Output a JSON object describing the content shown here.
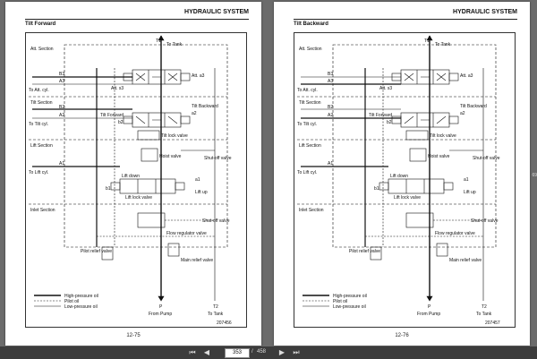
{
  "pages": [
    {
      "header": "HYDRAULIC SYSTEM",
      "figure_title": "Tilt Forward",
      "figure_no": "207456",
      "page_number": "12-75",
      "labels": {
        "t1": "T1",
        "to_tank_top": "To Tank",
        "att_section": "Att. Section",
        "b3": "B3",
        "a3": "A3",
        "to_att_cyl": "To Att. cyl.",
        "att_s3": "Att. s3",
        "att_a3": "Att. a3",
        "tilt_section": "Tilt Section",
        "b2": "B2",
        "a2": "A2",
        "to_tilt_cyl": "To Tilt cyl.",
        "tilt_dir": "Tilt Forward",
        "tilt_b2": "b2",
        "tilt_a2": "a2",
        "tilt_side": "Tilt Backward",
        "tilt_lock": "Tilt lock valve",
        "lift_section": "Lift Section",
        "hoist_valve": "Hoist valve",
        "shutoff1": "Shut-off valve",
        "a1": "A1",
        "to_lift_cyl": "To Lift cyl.",
        "lift_down": "Lift down",
        "b1": "b1",
        "lift_lock": "Lift lock valve",
        "a1s": "a1",
        "lift_up": "Lift up",
        "inlet_section": "Inlet Section",
        "shutoff2": "Shut-off valve",
        "flow_reg": "Flow regulator valve",
        "pilot_relief": "Pilot relief valve",
        "main_relief": "Main relief valve",
        "legend_hp": "High-pressure oil",
        "legend_pilot": "Pilot oil",
        "legend_lp": "Low-pressure oil",
        "p": "P",
        "from_pump": "From Pump",
        "t2": "T2",
        "to_tank_bottom": "To Tank"
      }
    },
    {
      "header": "HYDRAULIC SYSTEM",
      "figure_title": "Tilt Backward",
      "figure_no": "207457",
      "page_number": "12-76",
      "labels": {
        "t1": "T1",
        "to_tank_top": "To Tank",
        "att_section": "Att. Section",
        "b3": "B3",
        "a3": "A3",
        "to_att_cyl": "To Att. cyl.",
        "att_s3": "Att. s3",
        "att_a3": "Att. a3",
        "tilt_section": "Tilt Section",
        "b2": "B2",
        "a2": "A2",
        "to_tilt_cyl": "To Tilt cyl.",
        "tilt_dir": "Tilt Forward",
        "tilt_b2": "b2",
        "tilt_a2": "a2",
        "tilt_side": "Tilt Backward",
        "tilt_lock": "Tilt lock valve",
        "lift_section": "Lift Section",
        "hoist_valve": "Hoist valve",
        "shutoff1": "Shut-off valve",
        "a1": "A1",
        "to_lift_cyl": "To Lift cyl.",
        "lift_down": "Lift down",
        "b1": "b1",
        "lift_lock": "Lift lock valve",
        "a1s": "a1",
        "lift_up": "Lift up",
        "inlet_section": "Inlet Section",
        "shutoff2": "Shut-off valve",
        "flow_reg": "Flow regulator valve",
        "pilot_relief": "Pilot relief valve",
        "main_relief": "Main relief valve",
        "legend_hp": "High-pressure oil",
        "legend_pilot": "Pilot oil",
        "legend_lp": "Low-pressure oil",
        "p": "P",
        "from_pump": "From Pump",
        "t2": "T2",
        "to_tank_bottom": "To Tank"
      }
    }
  ],
  "toolbar": {
    "current_page": "353",
    "separator": "/",
    "total_pages": "458",
    "first_icon": "⏮",
    "prev_icon": "◀",
    "next_icon": "▶",
    "last_icon": "⏭"
  },
  "side_zoom": "69"
}
